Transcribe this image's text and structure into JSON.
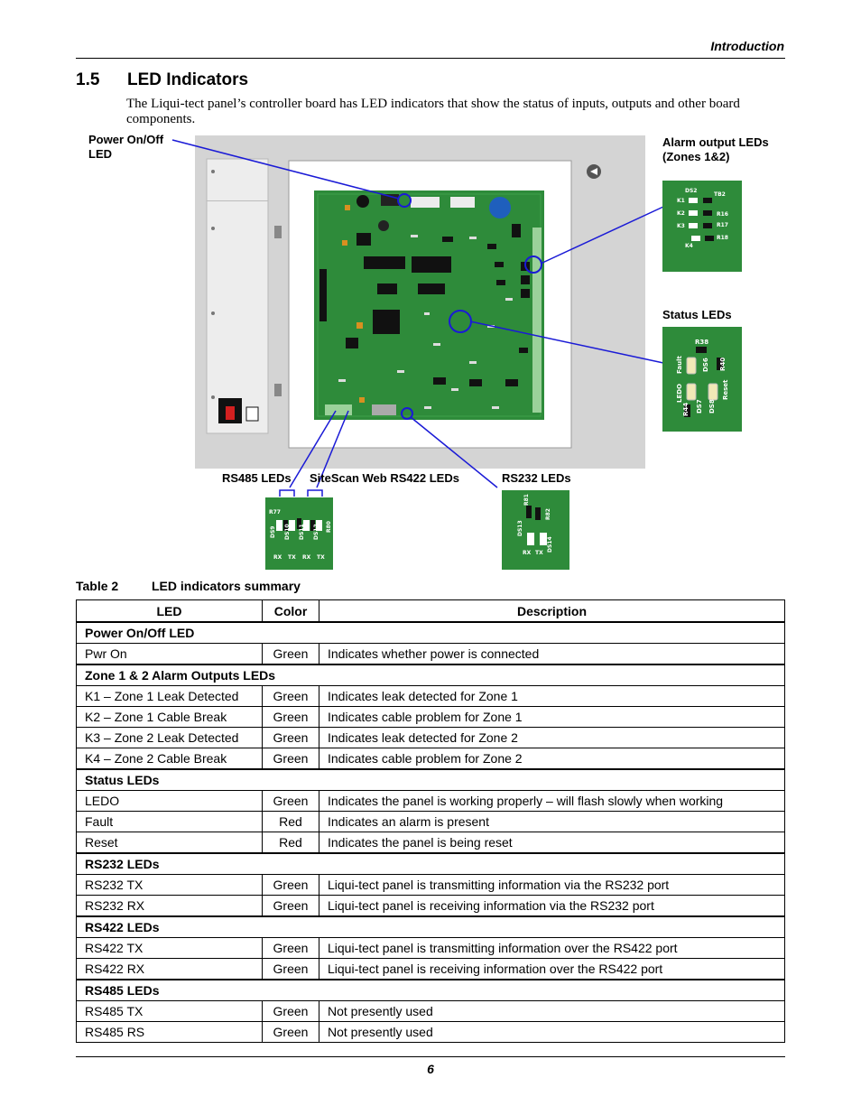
{
  "header": {
    "section": "Introduction"
  },
  "section": {
    "number": "1.5",
    "title": "LED Indicators",
    "intro": "The Liqui-tect panel’s controller board has LED indicators that show the status of inputs, outputs and other board components."
  },
  "figure": {
    "callouts": {
      "power": "Power On/Off\nLED",
      "alarm": "Alarm output LEDs\n(Zones 1&2)",
      "status": "Status LEDs",
      "rs485": "RS485 LEDs",
      "sitescan": "SiteScan Web RS422 LEDs",
      "rs232": "RS232 LEDs"
    },
    "inset_alarm": {
      "k1": "K1",
      "k2": "K2",
      "k3": "K3",
      "k4": "K4",
      "ds2": "DS2",
      "tb2": "TB2",
      "r16": "R16",
      "r17": "R17",
      "r18": "R18"
    },
    "inset_status": {
      "r38": "R38",
      "fault": "Fault",
      "ds6": "DS6",
      "r40": "R40",
      "ledo": "LEDO",
      "reset": "Reset",
      "r44": "R44",
      "ds7": "DS7",
      "ds8": "DS8"
    },
    "inset_rs485": {
      "r77": "R77",
      "ds9": "DS9",
      "ds10": "DS10",
      "ds11": "DS11",
      "ds12": "DS12",
      "r80": "R80",
      "rx1": "RX",
      "tx1": "TX",
      "rx2": "RX",
      "tx2": "TX"
    },
    "inset_rs232": {
      "r81": "R81",
      "ds13": "DS13",
      "r82": "R82",
      "ds14": "DS14",
      "rx": "RX",
      "tx": "TX"
    },
    "colors": {
      "pcb": "#2e8b3a",
      "callout_line": "#1a1ad6",
      "enclosure": "#d2d2d2"
    }
  },
  "table": {
    "caption_number": "Table 2",
    "caption_title": "LED indicators summary",
    "headers": [
      "LED",
      "Color",
      "Description"
    ],
    "groups": [
      {
        "title": "Power On/Off LED",
        "rows": [
          [
            "Pwr On",
            "Green",
            "Indicates whether power is connected"
          ]
        ]
      },
      {
        "title": "Zone 1 & 2 Alarm Outputs LEDs",
        "rows": [
          [
            "K1 – Zone 1 Leak Detected",
            "Green",
            "Indicates leak detected for Zone 1"
          ],
          [
            "K2 – Zone 1 Cable Break",
            "Green",
            "Indicates cable problem for Zone 1"
          ],
          [
            "K3 – Zone 2 Leak Detected",
            "Green",
            "Indicates leak detected for Zone 2"
          ],
          [
            "K4 – Zone 2 Cable Break",
            "Green",
            "Indicates cable problem for Zone 2"
          ]
        ]
      },
      {
        "title": "Status LEDs",
        "rows": [
          [
            "LEDO",
            "Green",
            "Indicates the panel is working properly – will flash slowly when working"
          ],
          [
            "Fault",
            "Red",
            "Indicates an alarm is present"
          ],
          [
            "Reset",
            "Red",
            "Indicates the panel is being reset"
          ]
        ]
      },
      {
        "title": "RS232 LEDs",
        "rows": [
          [
            "RS232 TX",
            "Green",
            "Liqui-tect panel is transmitting information via the RS232 port"
          ],
          [
            "RS232 RX",
            "Green",
            "Liqui-tect panel is receiving information via the RS232 port"
          ]
        ]
      },
      {
        "title": "RS422 LEDs",
        "rows": [
          [
            "RS422 TX",
            "Green",
            "Liqui-tect panel is transmitting information over the RS422 port"
          ],
          [
            "RS422 RX",
            "Green",
            "Liqui-tect panel is receiving information over the RS422 port"
          ]
        ]
      },
      {
        "title": "RS485 LEDs",
        "rows": [
          [
            "RS485 TX",
            "Green",
            "Not presently used"
          ],
          [
            "RS485 RS",
            "Green",
            "Not presently used"
          ]
        ]
      }
    ]
  },
  "footer": {
    "page": "6"
  }
}
